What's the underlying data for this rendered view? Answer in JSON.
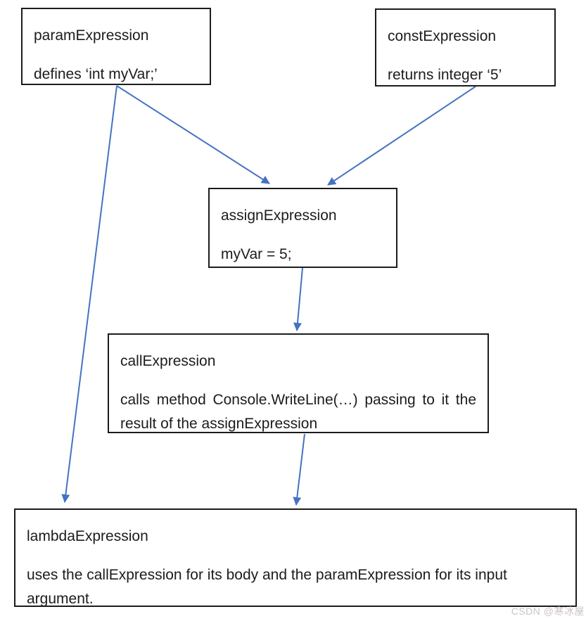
{
  "diagram": {
    "nodes": {
      "param": {
        "title": "paramExpression",
        "body": "defines ‘int myVar;’"
      },
      "const": {
        "title": "constExpression",
        "body": "returns integer ‘5’"
      },
      "assign": {
        "title": "assignExpression",
        "body": "myVar = 5;"
      },
      "call": {
        "title": "callExpression",
        "body": "calls method Console.WriteLine(…) passing to it the result of the assignExpression"
      },
      "lambda": {
        "title": "lambdaExpression",
        "body": "uses the callExpression for its body and the paramExpression for its input argument."
      }
    },
    "edges": [
      {
        "from": "paramExpression",
        "to": "assignExpression"
      },
      {
        "from": "paramExpression",
        "to": "lambdaExpression"
      },
      {
        "from": "constExpression",
        "to": "assignExpression"
      },
      {
        "from": "assignExpression",
        "to": "callExpression"
      },
      {
        "from": "callExpression",
        "to": "lambdaExpression"
      }
    ],
    "colors": {
      "arrow": "#4472C4",
      "border": "#1c1c1c",
      "text": "#1c1c1c",
      "background": "#ffffff",
      "watermark": "#ccc4c4"
    }
  },
  "watermark": {
    "label": "CSDN @寒冰屋"
  }
}
